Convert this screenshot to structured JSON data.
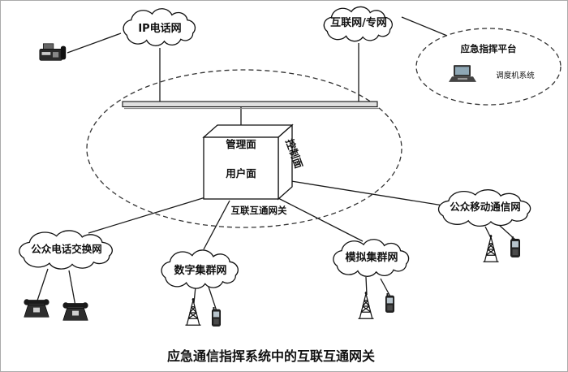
{
  "diagram": {
    "caption": "应急通信指挥系统中的互联互通网关",
    "gateway": {
      "label": "互联互通网关",
      "faces": {
        "top": "管理面",
        "front": "用户面",
        "side": "控制面"
      }
    },
    "platform": {
      "title": "应急指挥平台",
      "device": "调度机系统"
    },
    "networks": {
      "ip_phone": "IP电话网",
      "internet": "互联网/专网",
      "pstn": "公众电话交换网",
      "digital_trunking": "数字集群网",
      "analog_trunking": "模拟集群网",
      "public_mobile": "公众移动通信网"
    },
    "icons": {
      "fax": "fax-phone-icon",
      "desk_phone": "desk-phone-icon",
      "antenna": "antenna-tower-icon",
      "cell_phone": "cell-phone-icon",
      "dispatcher": "dispatcher-terminal-icon"
    },
    "colors": {
      "line": "#1a1a1a",
      "cloud_fill": "#ffffff",
      "bus_fill": "#e0e0e0",
      "dash": "#333333"
    }
  }
}
